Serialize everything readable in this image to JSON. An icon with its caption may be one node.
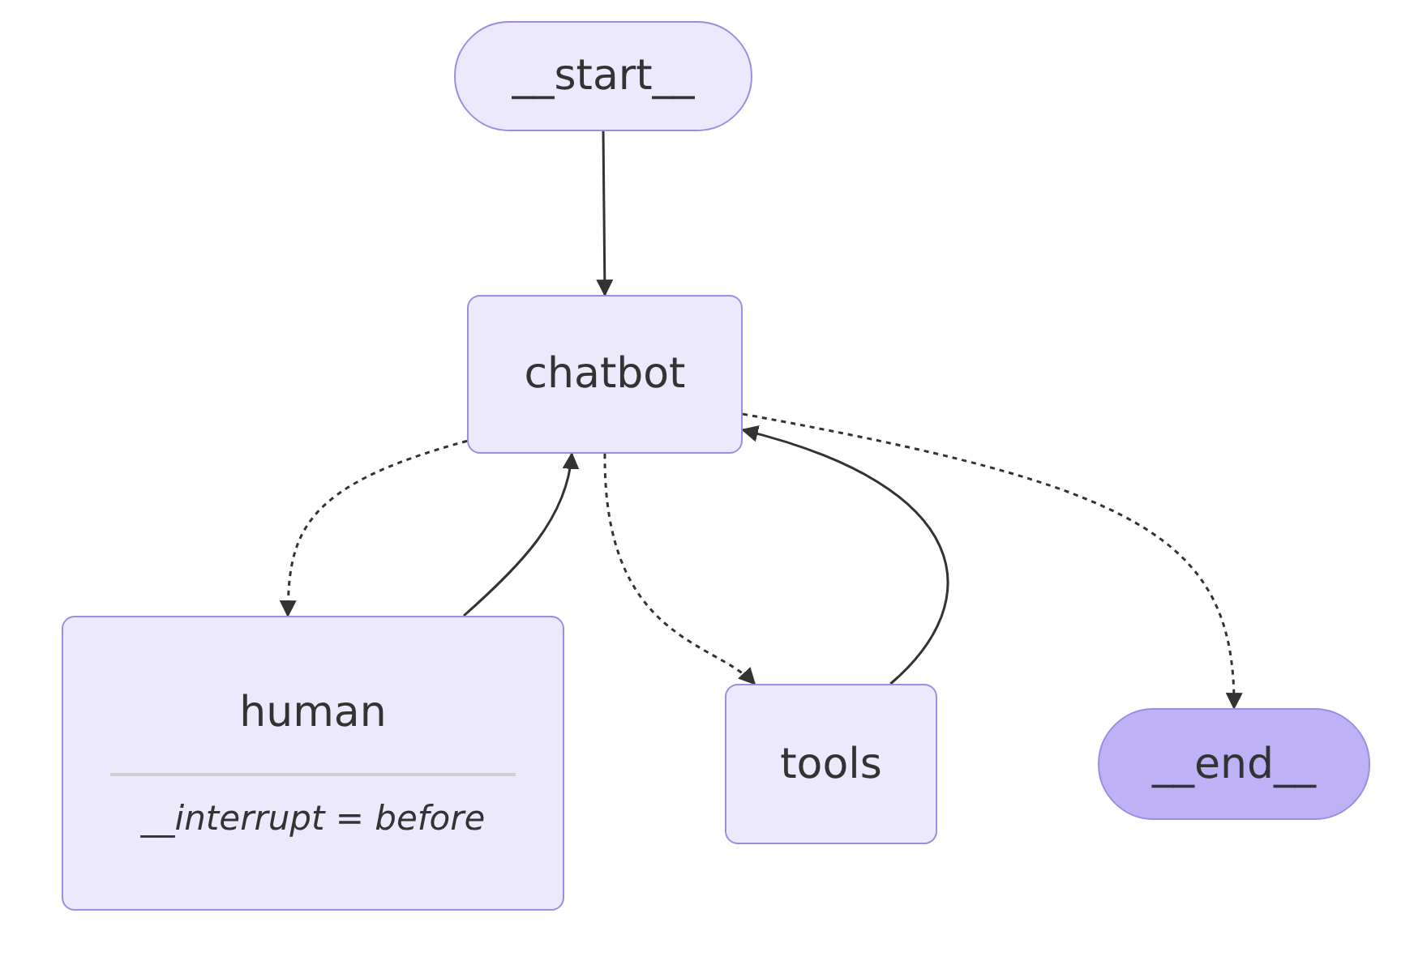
{
  "diagram": {
    "nodes": [
      {
        "text": [
          "__start__"
        ]
      },
      {
        "text": [
          "chatbot"
        ]
      },
      {
        "text": [
          "human",
          "__interrupt = before"
        ]
      },
      {
        "text": [
          "tools"
        ]
      },
      {
        "text": [
          "__end__"
        ]
      }
    ],
    "edges": [
      {
        "from": 0,
        "to": 1,
        "arrow": "to"
      },
      {
        "from": 1,
        "to": 2,
        "arrow": "to",
        "style": "dashed"
      },
      {
        "from": 2,
        "to": 1,
        "arrow": "to"
      },
      {
        "from": 1,
        "to": 3,
        "arrow": "to",
        "style": "dashed"
      },
      {
        "from": 3,
        "to": 1,
        "arrow": "to"
      },
      {
        "from": 1,
        "to": 4,
        "arrow": "to",
        "style": "dashed"
      }
    ]
  }
}
